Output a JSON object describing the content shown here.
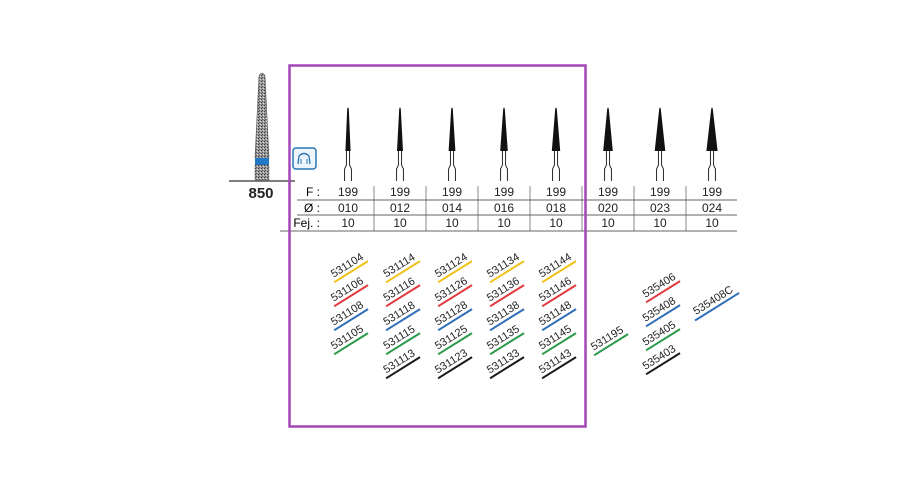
{
  "shape_number": "850",
  "row_labels": {
    "figure": "F :",
    "diameter": "Ø :",
    "cut": "Fej. :"
  },
  "columns": [
    {
      "figure": "199",
      "diameter": "010",
      "cut": "10",
      "codes": [
        {
          "text": "531104",
          "color": "#f2c21a"
        },
        {
          "text": "531106",
          "color": "#e03a3e"
        },
        {
          "text": "531108",
          "color": "#2e6fb7"
        },
        {
          "text": "531105",
          "color": "#2a9a4a"
        }
      ]
    },
    {
      "figure": "199",
      "diameter": "012",
      "cut": "10",
      "codes": [
        {
          "text": "531114",
          "color": "#f2c21a"
        },
        {
          "text": "531116",
          "color": "#e03a3e"
        },
        {
          "text": "531118",
          "color": "#2e6fb7"
        },
        {
          "text": "531115",
          "color": "#2a9a4a"
        },
        {
          "text": "531113",
          "color": "#1a1a1a"
        }
      ]
    },
    {
      "figure": "199",
      "diameter": "014",
      "cut": "10",
      "codes": [
        {
          "text": "531124",
          "color": "#f2c21a"
        },
        {
          "text": "531126",
          "color": "#e03a3e"
        },
        {
          "text": "531128",
          "color": "#2e6fb7"
        },
        {
          "text": "531125",
          "color": "#2a9a4a"
        },
        {
          "text": "531123",
          "color": "#1a1a1a"
        }
      ]
    },
    {
      "figure": "199",
      "diameter": "016",
      "cut": "10",
      "codes": [
        {
          "text": "531134",
          "color": "#f2c21a"
        },
        {
          "text": "531136",
          "color": "#e03a3e"
        },
        {
          "text": "531138",
          "color": "#2e6fb7"
        },
        {
          "text": "531135",
          "color": "#2a9a4a"
        },
        {
          "text": "531133",
          "color": "#1a1a1a"
        }
      ]
    },
    {
      "figure": "199",
      "diameter": "018",
      "cut": "10",
      "codes": [
        {
          "text": "531144",
          "color": "#f2c21a"
        },
        {
          "text": "531146",
          "color": "#e03a3e"
        },
        {
          "text": "531148",
          "color": "#2e6fb7"
        },
        {
          "text": "531145",
          "color": "#2a9a4a"
        },
        {
          "text": "531143",
          "color": "#1a1a1a"
        }
      ]
    },
    {
      "figure": "199",
      "diameter": "020",
      "cut": "10",
      "codes": [
        {
          "text": "531195",
          "color": "#2a9a4a"
        }
      ]
    },
    {
      "figure": "199",
      "diameter": "023",
      "cut": "10",
      "codes": [
        {
          "text": "535406",
          "color": "#e03a3e"
        },
        {
          "text": "535408",
          "color": "#2e6fb7"
        },
        {
          "text": "535405",
          "color": "#2a9a4a"
        },
        {
          "text": "535403",
          "color": "#1a1a1a"
        }
      ]
    },
    {
      "figure": "199",
      "diameter": "024",
      "cut": "10",
      "codes": [
        {
          "text": "535408C",
          "color": "#2e6fb7"
        }
      ]
    }
  ],
  "colors": {
    "highlight_frame": "#a347b8",
    "bur_band": "#1f78c8",
    "grit_shank": "#8a8a8a",
    "rule_line": "#333333"
  },
  "icons": {
    "shape_symbol": "crown-prep-icon"
  }
}
